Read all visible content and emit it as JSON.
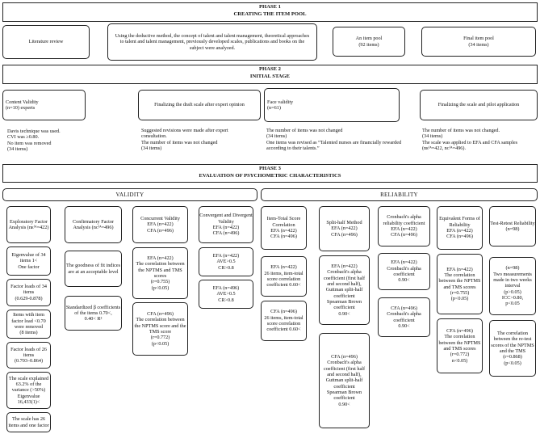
{
  "phase1": {
    "title": "PHASE 1\nCREATING THE ITEM POOL",
    "literature": "Literature review",
    "method": "Using the deductive method, the concept of talent and talent management, theoretical approaches to talent and talent management, previously developed scales, publications and books on the subject were analyzed.",
    "item_pool": "An item pool\n(92 items)",
    "final_pool": "Final item pool\n(34 items)"
  },
  "phase2": {
    "title": "PHASE 2\nINITIAL STAGE",
    "content_validity": "Content Validity\n(n=10) experts",
    "content_notes": "Davis technique was used.\nCVI was ≥0.80.\nNo item was removed\n(34 items)",
    "draft": "Finalizing the draft scale after expert opinion",
    "draft_notes": "Suggested revisions were made after expert consultation.\nThe number of items was not changed\n(34 items)",
    "face_validity": "Face validity\n(n=61)",
    "face_notes": "The number of items was not changed\n(34 items)\nOne items was revised as “Talented nurses are financially rewarded according to their talents.”",
    "pilot": "Finalizing the scale and pilot application",
    "pilot_notes": "The number of items was not changed.\n(34 items)\nThe scale was applied to EFA and CFA samples (nᴇᶠᴬ=422, nᴄᶠᴬ=496)."
  },
  "phase3": {
    "title": "PHASE 3\nEVALUATION OF PSYCHOMETRIC CHARACTERISTICS",
    "validity": "VALIDITY",
    "reliability": "RELIABILITY"
  },
  "validity": {
    "efa_title": "Exploratory Factor Analysis (nᴇᶠᴬ=422)",
    "efa_eigen": "Eigenvalue of 34 items 1<\nOne factor",
    "efa_loads34": "Factor loads of 34 items\n(0.629-0.878)",
    "efa_removed": "Items with item factor load <0.70 were removed\n(8 items)",
    "efa_loads26": "Factor loads of 26 items\n(0.703–0.864)",
    "efa_variance": "The scale explained 63.2% of the variance (>50%)\nEigenvalue 16,433(1)<",
    "efa_final": "The scale has 26 items and one factor",
    "cfa_title": "Confirmatory Factor Analysis (nᴄᶠᴬ=496)",
    "cfa_fit": "The goodness of fit indices are at an acceptable level",
    "cfa_beta": "Standardized β coefficients of the items 0.70<,\n0.40< R²",
    "conc_title": "Concurrent Validity\nEFA (n=422)\nCFA (n=496)",
    "conc_efa": "EFA (n=422)\nThe correlation between the NPTMS and TMS scores\n(r=0.755)\n(p<0.05)",
    "conc_cfa": "CFA (n=496)\nThe correlation between the NPTMS score and the TMS score\n(r=0.772)\n(p<0.05)",
    "conv_title": "Convergent and Divergent Validity\nEFA (n=422)\nCFA (n=496)",
    "conv_efa": "EFA (n=422)\nAVE>0.5\nCR>0.8",
    "conv_cfa": "EFA (n=496)\nAVE>0.5\nCR>0.8"
  },
  "reliability": {
    "itc_title": "Item-Total Score Correlation\nEFA (n=422)\nCFA (n=496)",
    "itc_efa": "EFA (n=422)\n26 items, item-total score correlation coefficient 0.60<",
    "itc_cfa": "CFA (n=496)\n26 items, item-total score correlation coefficient 0.60<",
    "split_title": "Split-half Method\nEFA (n=422)\nCFA (n=496)",
    "split_efa": "EFA (n=422)\nCronbach's alpha coefficient (first half and second half),\nGuttman split-half coefficient\nSpearman Brown coefficient\n0.90<",
    "split_cfa": "CFA (n=496)\nCronbach's alpha coefficient (first half and second half),\nGuttman split-half coefficient\nSpearman Brown coefficient\n0.90<",
    "alpha_title": "Cronbach's alpha reliability coefficient\nEFA (n=422)\nCFA (n=496)",
    "alpha_efa": "EFA (n=422)\nCronbach's alpha coefficient\n0.90<",
    "alpha_cfa": "CFA (n=496)\nCronbach's alpha coefficient\n0.90<",
    "equiv_title": "Equivalent Forms of Reliability\nEFA (n=422)\nCFA (n=496)",
    "equiv_efa": "EFA (n=422)\nThe correlation between the NPTMS and TMS scores\n(r=0.755)\n(p<0.05)",
    "equiv_cfa": "CFA (n=496)\nThe correlation between the NPTMS and TMS scores\n(r=0.772)\nn<0.05)",
    "retest_title": "Test-Retest Reliability\n(n=98)",
    "retest_ab": "(n=98)\nTwo measurements made in two weeks interval\n(p>0.05)\nICC>0.80,\np<0.05",
    "retest_corr": "The correlation between the re-test scores of the NPTMS and the TMS\n(r=0.868)\n(p<0.05)"
  }
}
